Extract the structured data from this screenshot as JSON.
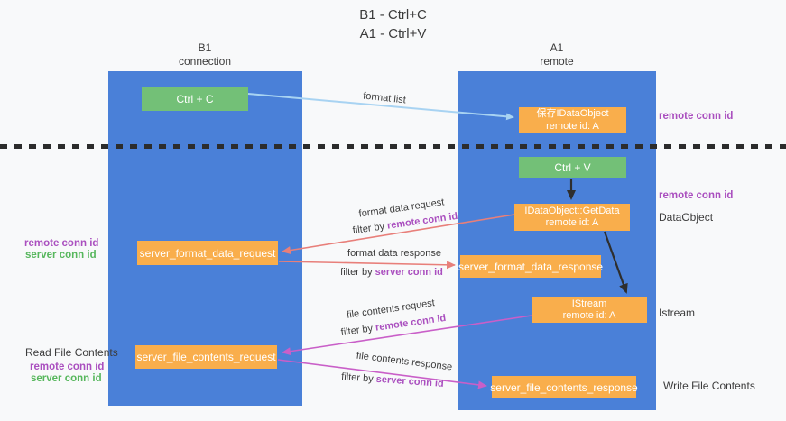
{
  "title": {
    "line1": "B1 - Ctrl+C",
    "line2": "A1 - Ctrl+V"
  },
  "lanes": {
    "left": {
      "title": "B1",
      "subtitle": "connection"
    },
    "right": {
      "title": "A1",
      "subtitle": "remote"
    }
  },
  "nodes": {
    "ctrl_c": "Ctrl + C",
    "ctrl_v": "Ctrl + V",
    "save_dataobject": {
      "line1": "保存IDataObject",
      "line2": "remote id: A"
    },
    "getdata": {
      "line1": "IDataObject::GetData",
      "line2": "remote id: A"
    },
    "istream": {
      "line1": "IStream",
      "line2": "remote id: A"
    },
    "server_format_data_request": "server_format_data_request",
    "server_format_data_response": "server_format_data_response",
    "server_file_contents_request": "server_file_contents_request",
    "server_file_contents_response": "server_file_contents_response"
  },
  "flow_labels": {
    "format_list": "format list",
    "format_data_request": "format data request",
    "format_data_response": "format data response",
    "file_contents_request": "file contents request",
    "file_contents_response": "file contents response",
    "filter_by": "filter by",
    "remote_conn_id": "remote conn id",
    "server_conn_id": "server conn id"
  },
  "annotations": {
    "left_mid_remote": "remote conn id",
    "left_mid_server": "server conn id",
    "read_file_contents": "Read File Contents",
    "left_bottom_remote": "remote conn id",
    "left_bottom_server": "server conn id",
    "right_top_remote": "remote conn id",
    "right_mid_remote": "remote conn id",
    "dataobject": "DataObject",
    "istream": "Istream",
    "write_file_contents": "Write File Contents"
  },
  "colors": {
    "bg": "#f8f9fa",
    "lane_blue": "#4a80d8",
    "node_green": "#73c077",
    "node_orange": "#f9ae4c",
    "arrow_blue": "#a8d3f2",
    "arrow_salmon": "#e87f7a",
    "arrow_magenta": "#c95fc8",
    "arrow_black": "#2e2e2e",
    "sep_dark": "#2c2c2c",
    "text_purple": "#aa4fbf",
    "text_green": "#57b75d",
    "text_dark": "#3c3c3c"
  }
}
